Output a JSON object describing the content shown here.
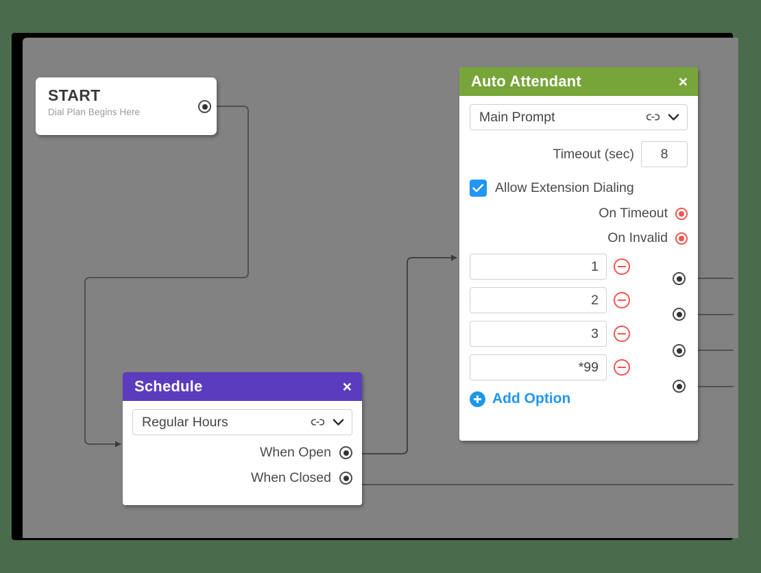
{
  "theme": {
    "page_background": "#4a6b4c",
    "canvas_background": "#828282",
    "auto_attendant_header": "#78a53a",
    "schedule_header": "#5b3cbf",
    "accent_blue": "#2196f3",
    "accent_red": "#f1554c",
    "connector_line": "#4a4a4a"
  },
  "start_node": {
    "title": "START",
    "subtitle": "Dial Plan Begins Here",
    "output_port_name": "start-output-port"
  },
  "auto_attendant": {
    "title": "Auto Attendant",
    "close_label": "×",
    "prompt": {
      "value": "Main Prompt",
      "link_icon": "link-icon",
      "chevron_icon": "chevron-down-icon"
    },
    "timeout": {
      "label": "Timeout (sec)",
      "value": "8"
    },
    "allow_extension_dialing": {
      "label": "Allow Extension Dialing",
      "checked": true,
      "check_glyph": "✓"
    },
    "routes": [
      {
        "label": "On Timeout",
        "state": "selected"
      },
      {
        "label": "On Invalid",
        "state": "selected"
      }
    ],
    "options": [
      {
        "value": "1",
        "remove_label": "−"
      },
      {
        "value": "2",
        "remove_label": "−"
      },
      {
        "value": "3",
        "remove_label": "−"
      },
      {
        "value": "*99",
        "remove_label": "−"
      }
    ],
    "add_option_label": "Add Option"
  },
  "schedule": {
    "title": "Schedule",
    "close_label": "×",
    "selector": {
      "value": "Regular Hours",
      "link_icon": "link-icon",
      "chevron_icon": "chevron-down-icon"
    },
    "outputs": [
      {
        "label": "When Open"
      },
      {
        "label": "When Closed"
      }
    ]
  }
}
